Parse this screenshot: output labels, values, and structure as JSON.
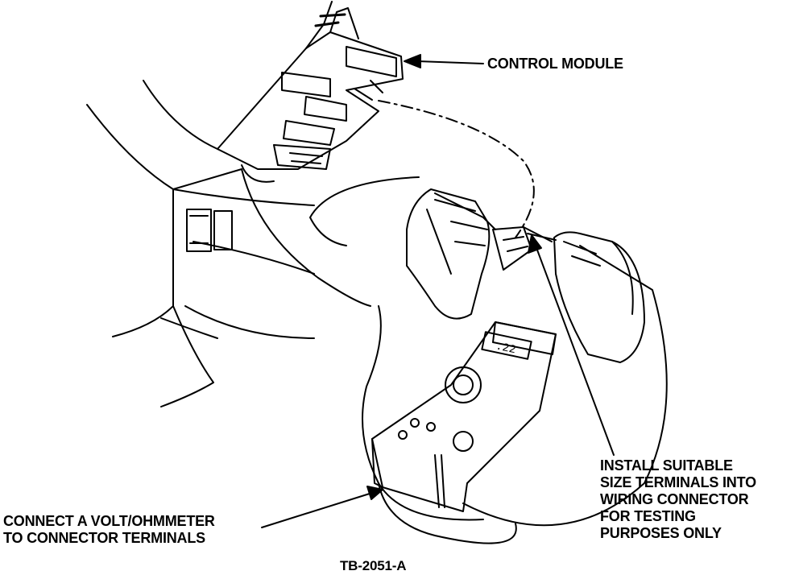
{
  "callouts": {
    "control_module": "CONTROL MODULE",
    "connect": [
      "CONNECT A VOLT/OHMMETER",
      "TO CONNECTOR TERMINALS"
    ],
    "install": [
      "INSTALL SUITABLE",
      "SIZE TERMINALS INTO",
      "WIRING CONNECTOR",
      "FOR TESTING",
      "PURPOSES ONLY"
    ]
  },
  "figure_code": "TB-2051-A",
  "colors": {
    "ink": "#000000",
    "paper": "#ffffff"
  }
}
